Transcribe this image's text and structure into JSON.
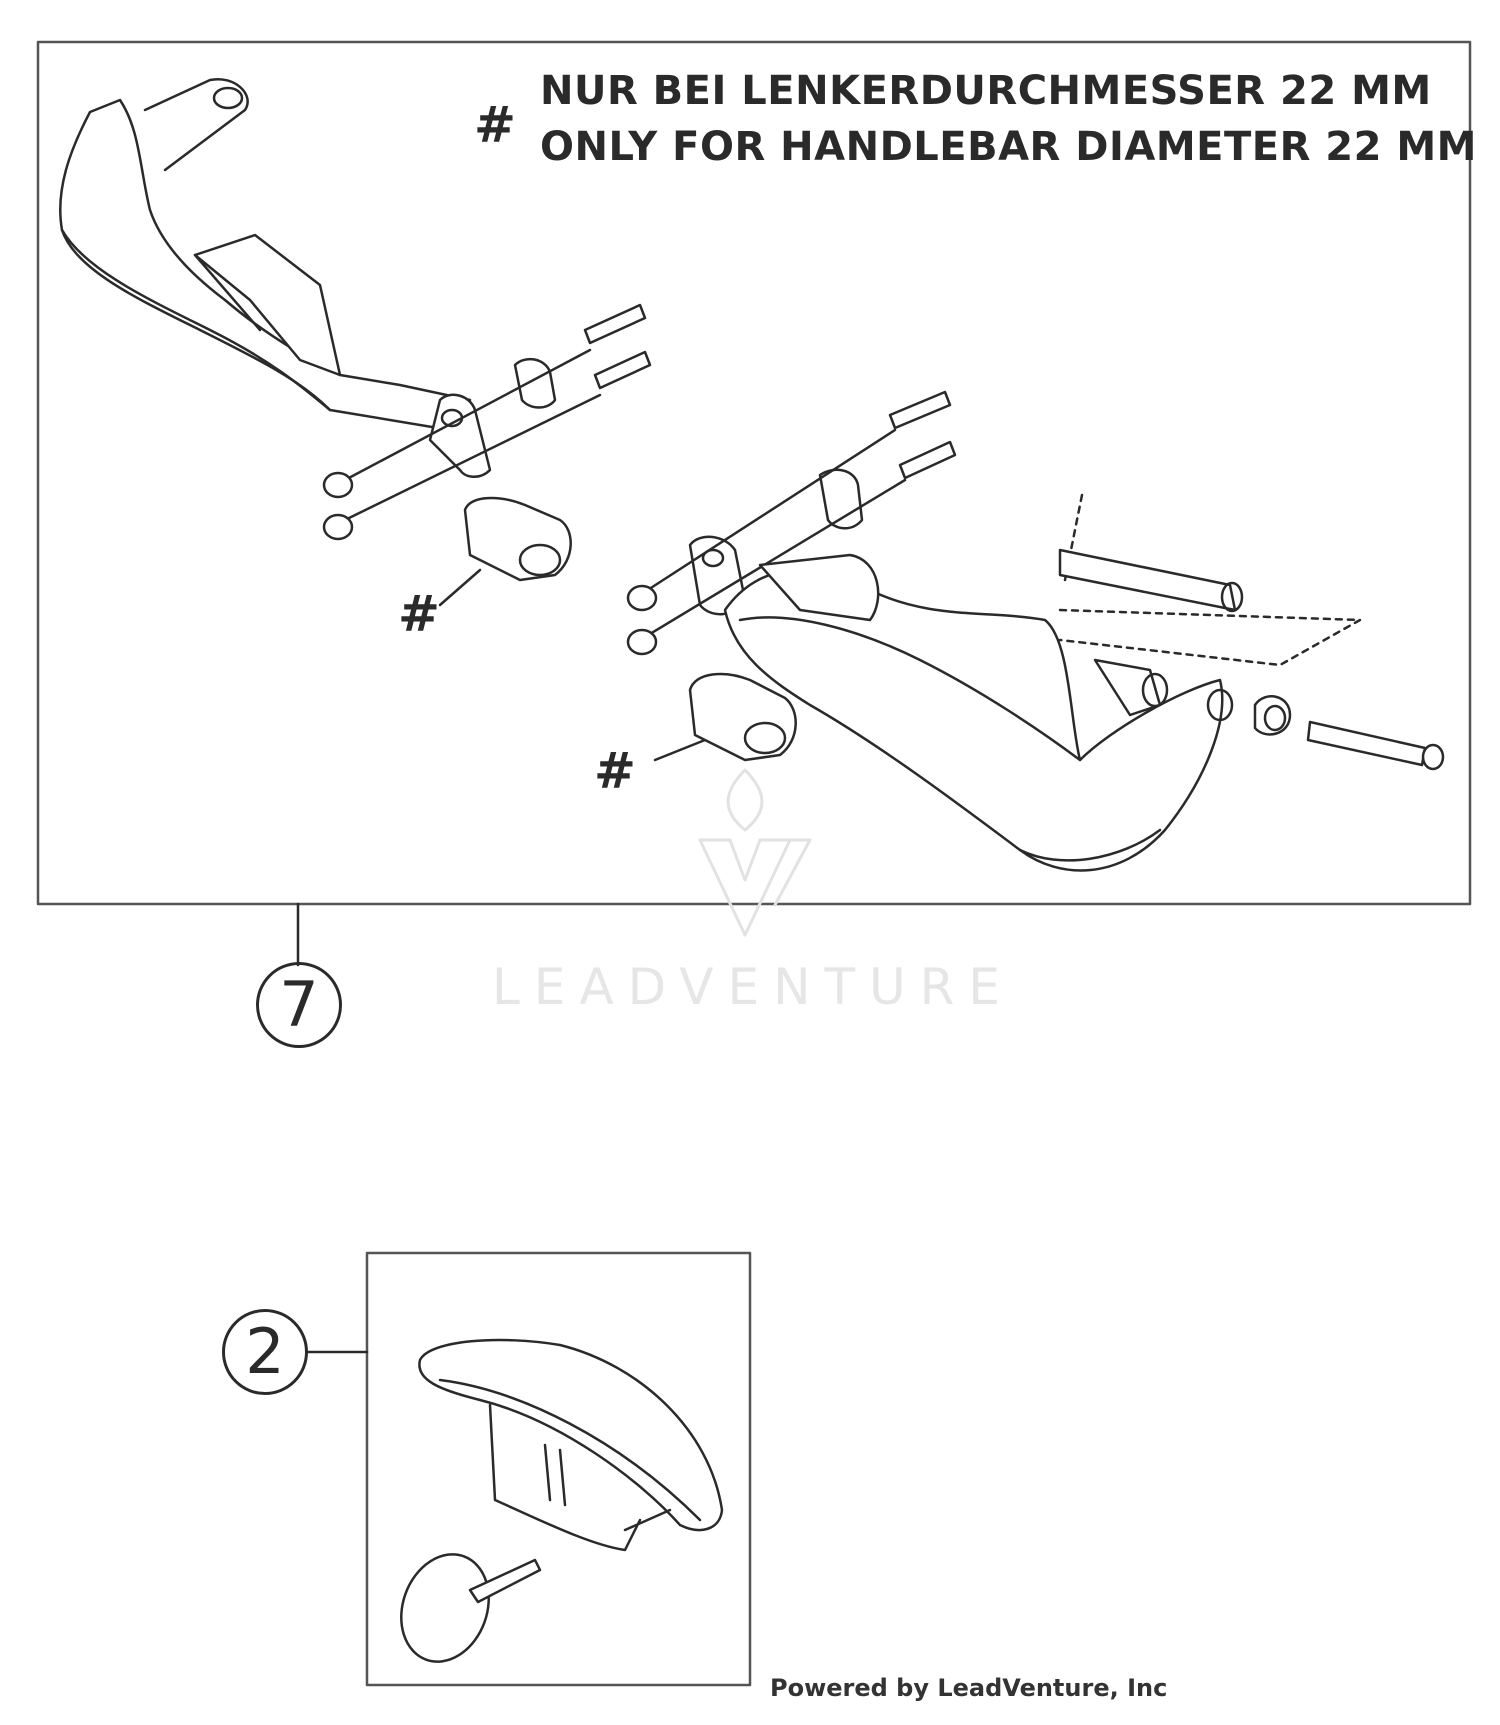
{
  "note": {
    "symbol": "#",
    "line_de": "NUR BEI LENKERDURCHMESSER 22 MM",
    "line_en": "ONLY FOR HANDLEBAR DIAMETER 22 MM"
  },
  "part_marks": [
    "#",
    "#"
  ],
  "callouts": {
    "handguard_kit": "7",
    "cover_kit": "2"
  },
  "watermark": "LEADVENTURE",
  "footer": "Powered by LeadVenture, Inc"
}
